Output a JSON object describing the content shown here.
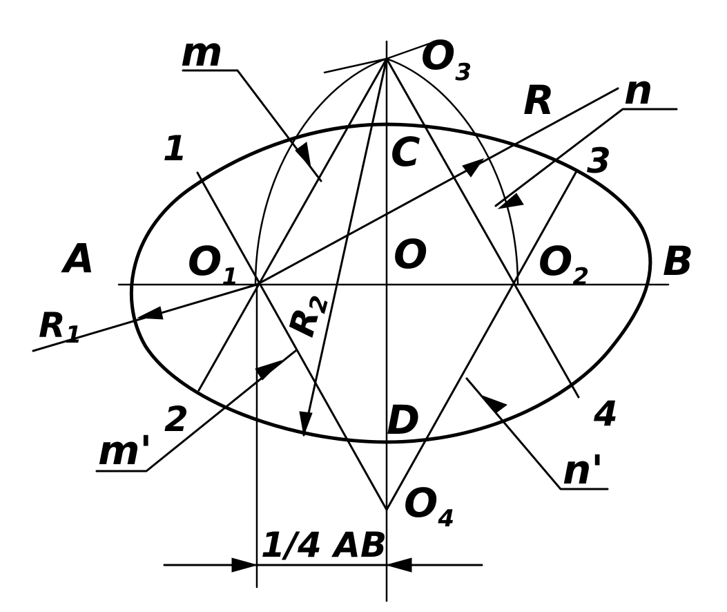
{
  "labels": {
    "m": "m",
    "n": "n",
    "m_prime": "m'",
    "n_prime": "n'",
    "A": "A",
    "B": "B",
    "C": "C",
    "D": "D",
    "O": "O",
    "O1": "O",
    "O1_sub": "1",
    "O2": "O",
    "O2_sub": "2",
    "O3": "O",
    "O3_sub": "3",
    "O4": "O",
    "O4_sub": "4",
    "R": "R",
    "R1": "R",
    "R1_sub": "1",
    "R2": "R",
    "R2_sub": "2",
    "p1": "1",
    "p2": "2",
    "p3": "3",
    "p4": "4",
    "quarter_ab": "1/4 AB"
  },
  "colors": {
    "stroke": "#000000",
    "background": "#ffffff"
  }
}
